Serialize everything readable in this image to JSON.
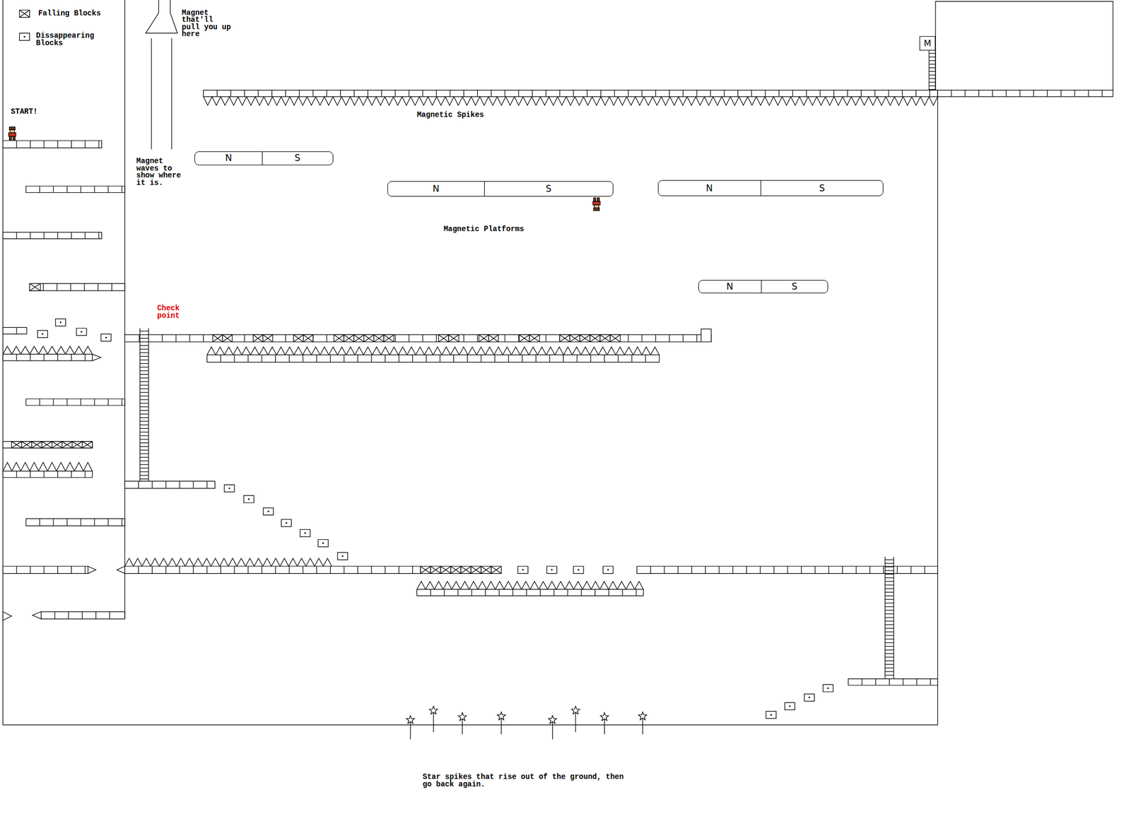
{
  "diagram": {
    "nodes": [
      {
        "text": [
          "M"
        ]
      },
      {
        "text": [
          "N",
          "S"
        ]
      },
      {
        "text": [
          "N",
          "S"
        ]
      },
      {
        "text": [
          "N",
          "S"
        ]
      },
      {
        "text": [
          "N",
          "S"
        ]
      }
    ],
    "labels": [
      "Magnet that'll pull you up here",
      "START!",
      "Magnetic Spikes",
      "Magnet waves to show where it is.",
      "Magnetic Platforms",
      "Check point",
      "Star spikes that rise out of the ground, then go back again."
    ],
    "legend": [
      {
        "text": "Falling Blocks"
      },
      {
        "text": "Dissappearing Blocks"
      }
    ]
  }
}
